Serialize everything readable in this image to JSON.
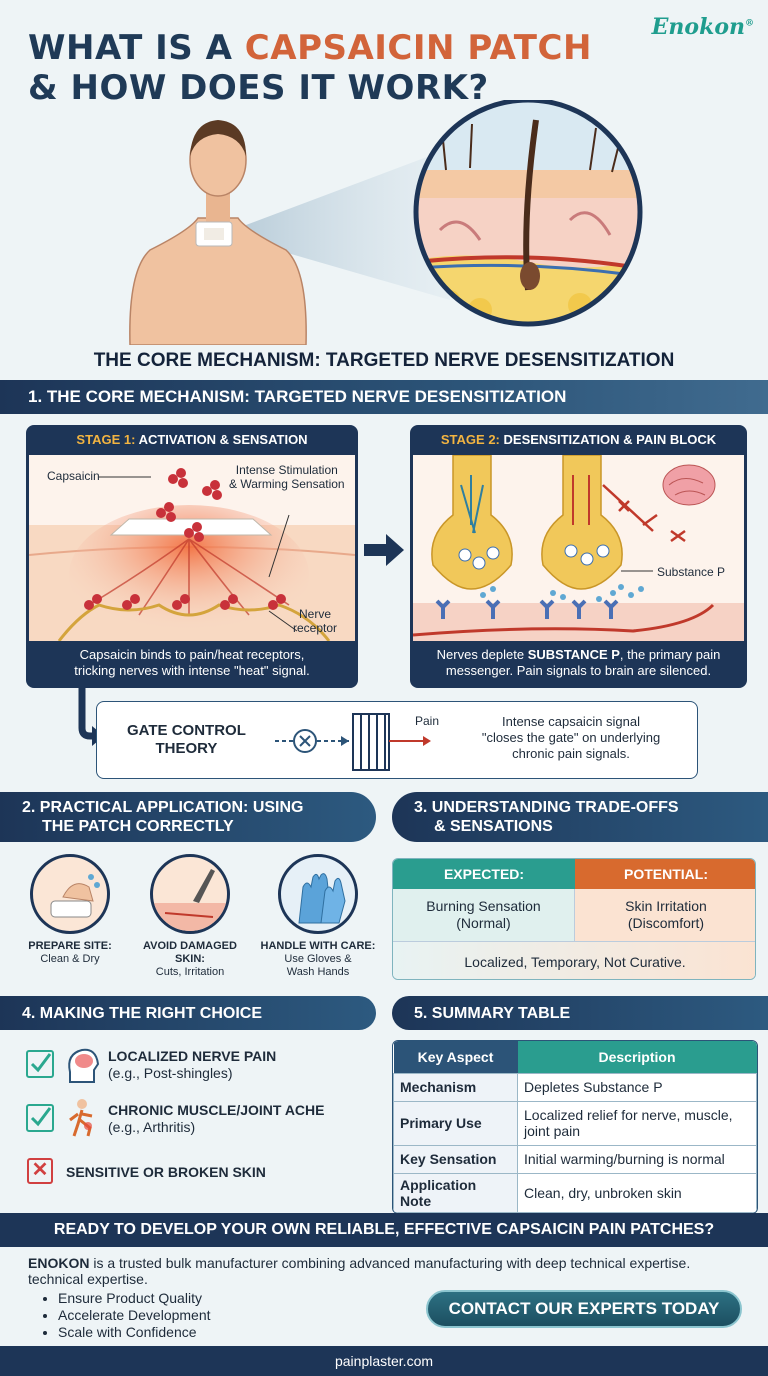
{
  "brand": {
    "name": "Enokon",
    "mark": "®"
  },
  "title": {
    "line1_a": "WHAT IS A ",
    "line1_accent": "CAPSAICIN PATCH",
    "line2": "& HOW DOES IT WORK?"
  },
  "subheading": "THE CORE MECHANISM: TARGETED NERVE DESENSITIZATION",
  "section1": {
    "heading": "1. THE CORE MECHANISM: TARGETED NERVE DESENSITIZATION",
    "stage1": {
      "prefix": "STAGE 1:",
      "title": "ACTIVATION & SENSATION",
      "label_capsaicin": "Capsaicin",
      "label_stim_1": "Intense Stimulation",
      "label_stim_2": "& Warming Sensation",
      "label_nerve_1": "Nerve",
      "label_nerve_2": "receptor",
      "caption_1": "Capsaicin binds to pain/heat receptors,",
      "caption_2": "tricking nerves with intense \"heat\" signal."
    },
    "stage2": {
      "prefix": "STAGE 2:",
      "title": "DESENSITIZATION & PAIN BLOCK",
      "label_substance": "Substance P",
      "caption_1a": "Nerves deplete ",
      "caption_1b": "SUBSTANCE P",
      "caption_1c": ", the primary pain",
      "caption_2": "messenger. Pain signals to brain are silenced."
    },
    "gate": {
      "title_1": "GATE CONTROL",
      "title_2": "THEORY",
      "pain_label": "Pain",
      "text_1": "Intense capsaicin signal",
      "text_2": "\"closes the gate\" on underlying",
      "text_3": "chronic pain signals."
    }
  },
  "section2": {
    "heading_1": "2. PRACTICAL APPLICATION: USING",
    "heading_2": "THE PATCH CORRECTLY",
    "steps": [
      {
        "title": "PREPARE SITE:",
        "line1": "Clean & Dry",
        "line2": ""
      },
      {
        "title": "AVOID DAMAGED SKIN:",
        "line1": "Cuts, Irritation",
        "line2": ""
      },
      {
        "title": "HANDLE WITH CARE:",
        "line1": "Use Gloves &",
        "line2": "Wash Hands"
      }
    ]
  },
  "section3": {
    "heading_1": "3. UNDERSTANDING TRADE-OFFS",
    "heading_2": "& SENSATIONS",
    "expected_header": "EXPECTED:",
    "potential_header": "POTENTIAL:",
    "expected_1": "Burning Sensation",
    "expected_2": "(Normal)",
    "potential_1": "Skin Irritation",
    "potential_2": "(Discomfort)",
    "footer": "Localized, Temporary, Not Curative."
  },
  "section4": {
    "heading": "4. MAKING THE RIGHT CHOICE",
    "items": [
      {
        "title": "LOCALIZED NERVE PAIN",
        "sub": "(e.g., Post-shingles)",
        "ok": true
      },
      {
        "title": "CHRONIC MUSCLE/JOINT ACHE",
        "sub": "(e.g., Arthritis)",
        "ok": true
      },
      {
        "title": "SENSITIVE OR BROKEN SKIN",
        "sub": "",
        "ok": false
      }
    ],
    "x_mark": "✕"
  },
  "section5": {
    "heading": "5. SUMMARY TABLE",
    "col_1": "Key Aspect",
    "col_2": "Description",
    "rows": [
      {
        "k": "Mechanism",
        "v1": "Depletes Substance P",
        "v2": ""
      },
      {
        "k": "Primary Use",
        "v1": "Localized relief for nerve, muscle,",
        "v2": "joint pain"
      },
      {
        "k": "Key Sensation",
        "v1": "Initial warming/burning is normal",
        "v2": ""
      },
      {
        "k": "Application Note",
        "v1": "Clean, dry, unbroken skin",
        "v2": ""
      }
    ]
  },
  "cta": {
    "banner": "READY TO DEVELOP YOUR OWN RELIABLE, EFFECTIVE CAPSAICIN PAIN PATCHES?",
    "brand_bold": "ENOKON",
    "desc": " is a trusted bulk manufacturer combining advanced manufacturing with deep technical expertise.",
    "desc_repeat": "technical expertise.",
    "bullets": [
      "Ensure Product Quality",
      "Accelerate Development",
      "Scale with Confidence"
    ],
    "button": "CONTACT OUR EXPERTS TODAY"
  },
  "footer": "painplaster.com",
  "colors": {
    "navy": "#1d3557",
    "accent": "#d2643a",
    "teal": "#2aa88f",
    "orange": "#d86a2e",
    "gold": "#f2b441"
  }
}
